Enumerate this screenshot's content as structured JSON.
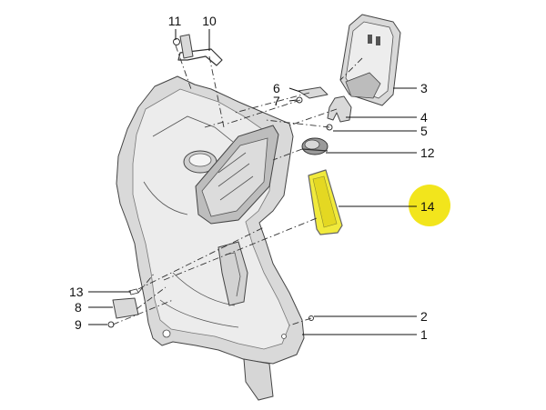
{
  "diagram": {
    "highlight_color": "#f2e51c",
    "highlight_part_color": "#f1ea3c",
    "callouts": [
      {
        "id": "c11",
        "label": "11"
      },
      {
        "id": "c10",
        "label": "10"
      },
      {
        "id": "c3",
        "label": "3"
      },
      {
        "id": "c6",
        "label": "6"
      },
      {
        "id": "c7",
        "label": "7"
      },
      {
        "id": "c4",
        "label": "4"
      },
      {
        "id": "c5",
        "label": "5"
      },
      {
        "id": "c12",
        "label": "12"
      },
      {
        "id": "c14",
        "label": "14"
      },
      {
        "id": "c13",
        "label": "13"
      },
      {
        "id": "c8",
        "label": "8"
      },
      {
        "id": "c9",
        "label": "9"
      },
      {
        "id": "c2",
        "label": "2"
      },
      {
        "id": "c1",
        "label": "1"
      }
    ]
  }
}
